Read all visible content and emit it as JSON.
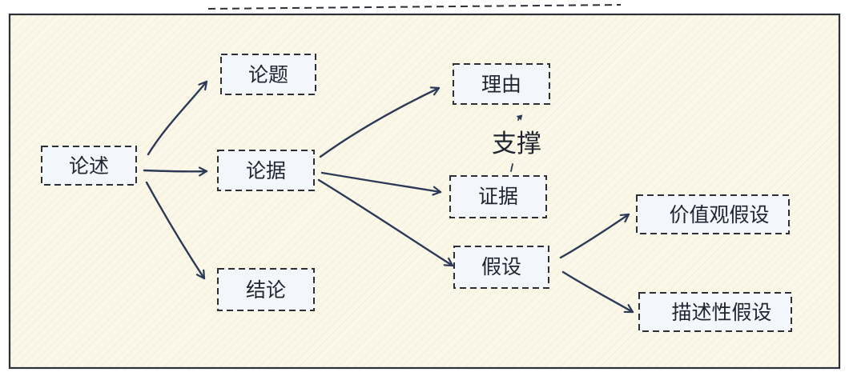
{
  "colors": {
    "frame_fill": "#fbf8e9",
    "frame_stroke": "#2a2f38",
    "node_fill": "#f3f7fb",
    "node_stroke": "#2a2f38",
    "arrow": "#2c3a57",
    "text": "#1f2430"
  },
  "nodes": {
    "lunshu": "论述",
    "lunti": "论题",
    "lunju": "论据",
    "jielun": "结论",
    "liyou": "理由",
    "zhengju": "证据",
    "jiashe": "假设",
    "jiazhi": "价值观假设",
    "miaoshu": "描述性假设"
  },
  "edge_label": "支撑"
}
